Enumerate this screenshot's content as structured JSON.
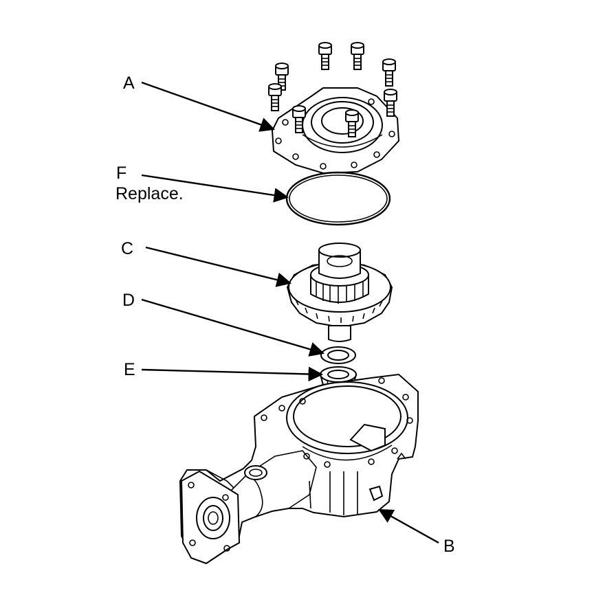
{
  "callouts": {
    "a": {
      "letter": "A"
    },
    "b": {
      "letter": "B"
    },
    "c": {
      "letter": "C"
    },
    "d": {
      "letter": "D"
    },
    "e": {
      "letter": "E"
    },
    "f": {
      "letter": "F",
      "note": "Replace."
    }
  },
  "colors": {
    "line": "#000000",
    "background": "#ffffff"
  }
}
